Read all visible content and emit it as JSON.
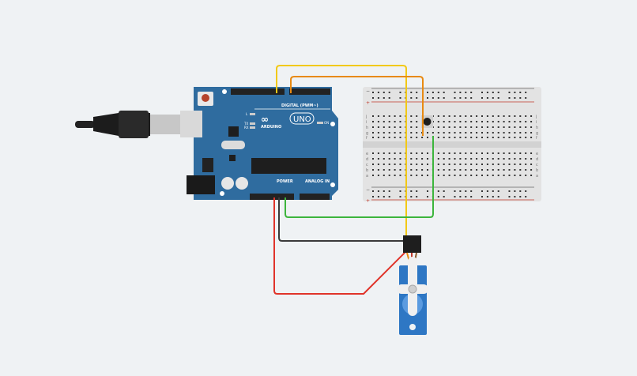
{
  "arduino": {
    "brand": "ARDUINO",
    "model": "UNO",
    "digital_label": "DIGITAL (PWM~)",
    "power_label": "POWER",
    "analog_label": "ANALOG IN",
    "on_label": "ON",
    "led_labels": [
      "L",
      "TX",
      "RX"
    ],
    "color": "#2f6c9f"
  },
  "breadboard": {
    "row_letters_top": [
      "j",
      "i",
      "h",
      "g",
      "f"
    ],
    "row_letters_bottom": [
      "e",
      "d",
      "c",
      "b",
      "a"
    ],
    "rail_minus": "−",
    "rail_plus": "+"
  },
  "wires": {
    "yellow": "#f2c916",
    "orange": "#e88a12",
    "green": "#3cb53c",
    "black": "#3a3a3a",
    "red": "#e0342a"
  },
  "servo": {
    "color": "#2e77c4"
  }
}
